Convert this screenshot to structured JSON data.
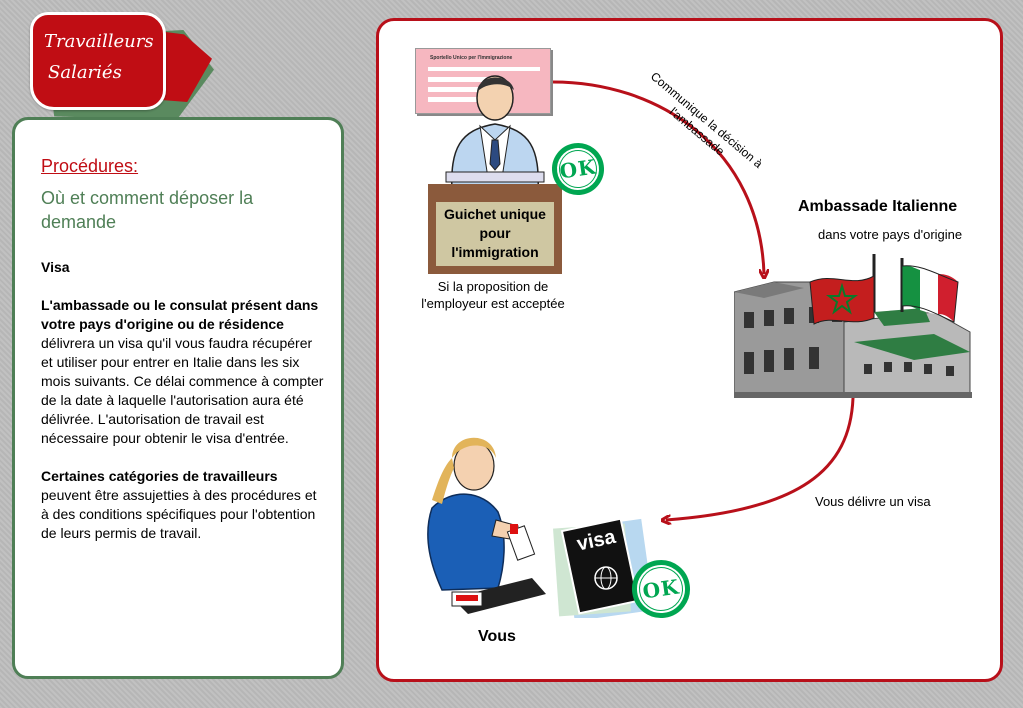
{
  "tag": {
    "line1": "Travailleurs",
    "line2": "Salariés"
  },
  "left": {
    "title": "Procédures:",
    "subtitle": "Où et comment déposer la demande",
    "visa_heading": "Visa",
    "p1_bold": "L'ambassade ou le consulat présent dans votre pays d'origine ou de résidence",
    "p1_rest": " délivrera un visa qu'il vous faudra récupérer et utiliser pour entrer en Italie dans les six mois suivants. Ce délai commence à compter de la date à laquelle l'autorisation aura été délivrée. L'autorisation de travail est nécessaire pour obtenir le visa d'entrée.",
    "p2_bold": "Certaines catégories de travailleurs",
    "p2_rest": " peuvent être assujetties à des procédures et à des conditions spécifiques pour l'obtention de leurs permis de travail."
  },
  "diagram": {
    "form_header": "Sportello Unico per l'Immigrazione",
    "guichet": "Guichet unique pour l'immigration",
    "ok1": "OK",
    "cond_line1": "Si la proposition de",
    "cond_line2": "l'employeur est acceptée",
    "arrow_label_1": "Communique la décision à",
    "arrow_label_2": "l'ambassade",
    "embassy_title": "Ambassade Italienne",
    "embassy_sub": "dans votre pays d'origine",
    "visa_label": "Vous délivre un visa",
    "visa_word": "visa",
    "ok2": "OK",
    "you": "Vous"
  },
  "colors": {
    "red": "#c00d14",
    "green": "#4f7f56",
    "ok_green": "#00a651",
    "arrow": "#b8101a"
  }
}
